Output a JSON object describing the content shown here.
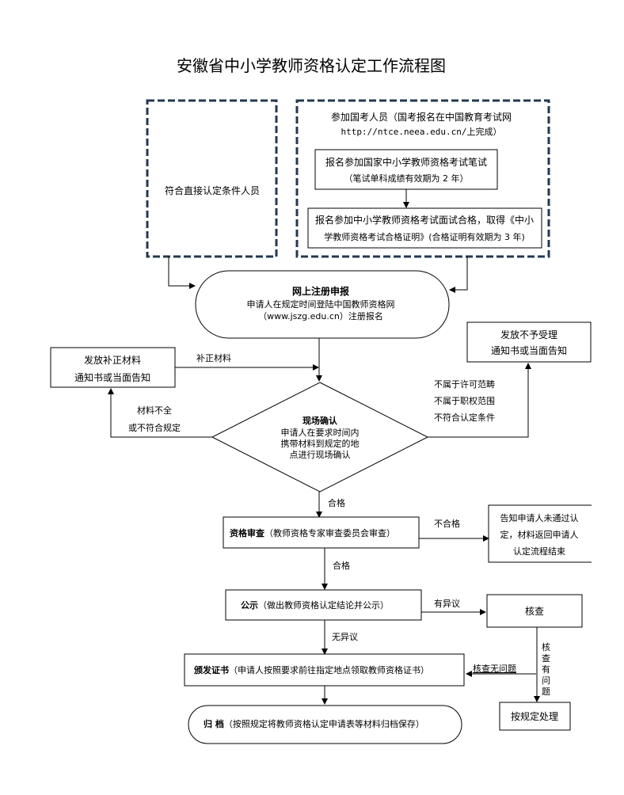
{
  "title": "安徽省中小学教师资格认定工作流程图",
  "colors": {
    "dashed_border": "#243850",
    "line": "#000000",
    "background": "#ffffff"
  },
  "nodes": {
    "direct": {
      "text": "符合直接认定条件人员"
    },
    "exam_group": {
      "line1": "参加国考人员（国考报名在中国教育考试网",
      "line2": "http://ntce.neea.edu.cn/上完成）"
    },
    "written": {
      "line1": "报名参加国家中小学教师资格考试笔试",
      "line2": "（笔试单科成绩有效期为 2 年）"
    },
    "interview": {
      "line1": "报名参加中小学教师资格考试面试合格，取得《中小",
      "line2": "学教师资格考试合格证明》(合格证明有效期为 3 年)"
    },
    "online": {
      "heading": "网上注册申报",
      "line1": "申请人在规定时间登陆中国教师资格网",
      "line2": "（www.jszg.edu.cn）注册报名"
    },
    "supplement": {
      "line1": "发放补正材料",
      "line2": "通知书或当面告知"
    },
    "reject": {
      "line1": "发放不予受理",
      "line2": "通知书或当面告知"
    },
    "onsite": {
      "heading": "现场确认",
      "line1": "申请人在要求时间内",
      "line2": "携带材料到规定的地",
      "line3": "点进行现场确认"
    },
    "review": {
      "heading": "资格审查",
      "detail": "（教师资格专家审查委员会审查）"
    },
    "fail_notice": {
      "line1": "告知申请人未通过认",
      "line2": "定，材料返回申请人",
      "line3": "认定流程结束"
    },
    "publicity": {
      "heading": "公示",
      "detail": "（做出教师资格认定结论并公示）"
    },
    "verify": {
      "text": "核查"
    },
    "issue": {
      "heading": "颁发证书",
      "detail": "（申请人按照要求前往指定地点领取教师资格证书）"
    },
    "handle": {
      "text": "按规定处理"
    },
    "archive": {
      "heading": "归 档",
      "detail": "（按照规定将教师资格认定申请表等材料归档保存）"
    }
  },
  "edge_labels": {
    "supplement_materials": "补正材料",
    "incomplete_1": "材料不全",
    "incomplete_2": "或不符合规定",
    "not_scope_1": "不属于许可范畴",
    "not_scope_2": "不属于职权范围",
    "not_scope_3": "不符合认定条件",
    "pass_1": "合格",
    "fail": "不合格",
    "pass_2": "合格",
    "objection": "有异议",
    "no_objection": "无异议",
    "verify_ok": "核查无问题",
    "verify_problem": [
      "核",
      "查",
      "有",
      "问",
      "题"
    ]
  }
}
